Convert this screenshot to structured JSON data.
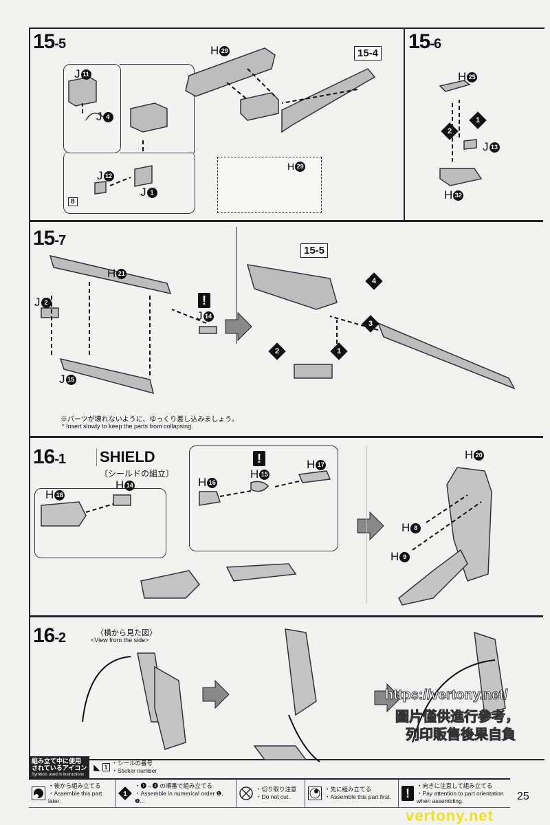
{
  "steps": {
    "s15_5": {
      "major": "15",
      "minor": "-5"
    },
    "s15_6": {
      "major": "15",
      "minor": "-6"
    },
    "s15_7": {
      "major": "15",
      "minor": "-7"
    },
    "s16_1": {
      "major": "16",
      "minor": "-1",
      "title": "SHIELD",
      "subtitle": "〔シールドの組立〕"
    },
    "s16_2": {
      "major": "16",
      "minor": "-2",
      "view_jp": "〈横から見た図〉",
      "view_en": "<View from the side>"
    }
  },
  "parts": {
    "h29": {
      "letter": "H",
      "num": "29"
    },
    "j11": {
      "letter": "J",
      "num": "11"
    },
    "j4": {
      "letter": "J",
      "num": "4"
    },
    "j12": {
      "letter": "J",
      "num": "12"
    },
    "j1": {
      "letter": "J",
      "num": "1"
    },
    "sticker": "8",
    "ref15_4": "15-4",
    "h29b": {
      "letter": "H",
      "num": "29"
    },
    "h25": {
      "letter": "H",
      "num": "25"
    },
    "j13": {
      "letter": "J",
      "num": "13"
    },
    "h32": {
      "letter": "H",
      "num": "32"
    },
    "h21": {
      "letter": "H",
      "num": "21"
    },
    "j2": {
      "letter": "J",
      "num": "2"
    },
    "j14": {
      "letter": "J",
      "num": "14"
    },
    "j15": {
      "letter": "J",
      "num": "15"
    },
    "ref15_5": "15-5",
    "h18": {
      "letter": "H",
      "num": "18"
    },
    "h14": {
      "letter": "H",
      "num": "14"
    },
    "h16": {
      "letter": "H",
      "num": "16"
    },
    "h15": {
      "letter": "H",
      "num": "15"
    },
    "h17": {
      "letter": "H",
      "num": "17"
    },
    "h20": {
      "letter": "H",
      "num": "20"
    },
    "h8": {
      "letter": "H",
      "num": "8"
    },
    "h9": {
      "letter": "H",
      "num": "9"
    }
  },
  "order": {
    "one": "1",
    "two": "2",
    "three": "3",
    "four": "4"
  },
  "notes": {
    "insert_jp": "※パーツが壊れないように、ゆっくり差し込みましょう。",
    "insert_en": "* Insert slowly to keep the parts from collapsing."
  },
  "legend": {
    "title_jp1": "組み立て中に使用",
    "title_jp2": "されているアイコン",
    "title_en": "Symbols used in instructions",
    "sticker_num": "1",
    "sticker_jp": "・シールの番号",
    "sticker_en": "・Sticker number",
    "items": [
      {
        "jp": "・後から組み立てる",
        "en": "・Assemble this part later."
      },
      {
        "jp": "・❶→❷ の順番で組み立てる",
        "en": "・Assemble in numerical order ❶, ❷..."
      },
      {
        "jp": "・切り取り注意",
        "en": "・Do not cut."
      },
      {
        "jp": "・先に組み立てる",
        "en": "・Assemble this part first."
      },
      {
        "jp": "・向きに注意して組み立てる",
        "en": "・Pay attention to part orientation when assembling."
      }
    ]
  },
  "page_number": "25",
  "watermark": {
    "url": "https://vertony.net/",
    "line1": "圖片僅供進行參考，",
    "line2": "列印販售後果自負",
    "brand": "vertony.net"
  }
}
